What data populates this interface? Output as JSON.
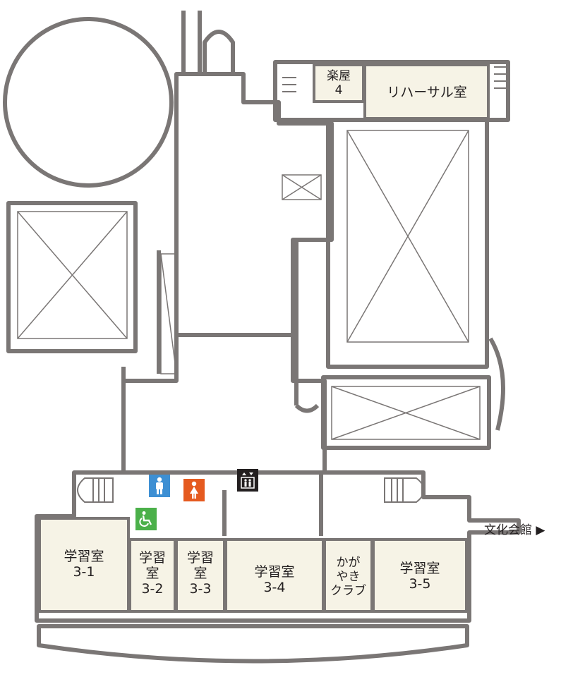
{
  "rooms": {
    "gakuya4": "楽屋\n4",
    "rehearsal": "リハーサル室",
    "r31": "学習室\n3-1",
    "r32": "学習\n室\n3-2",
    "r33": "学習\n室\n3-3",
    "r34": "学習室\n3-4",
    "kagayaki": "かが\nやき\nクラブ",
    "r35": "学習室\n3-5"
  },
  "link": {
    "bunka_kaikan": "文化会館 ▶"
  },
  "icons": {
    "mens_restroom": "mens-restroom-icon",
    "womens_restroom": "womens-restroom-icon",
    "accessible_restroom": "wheelchair-icon",
    "elevator": "elevator-icon"
  },
  "colors": {
    "wall": "#7a7675",
    "room_fill": "#f6f3e6",
    "mens": "#3d8fd3",
    "womens": "#e55a1f",
    "accessible": "#4bb04a",
    "elevator": "#231f20"
  }
}
